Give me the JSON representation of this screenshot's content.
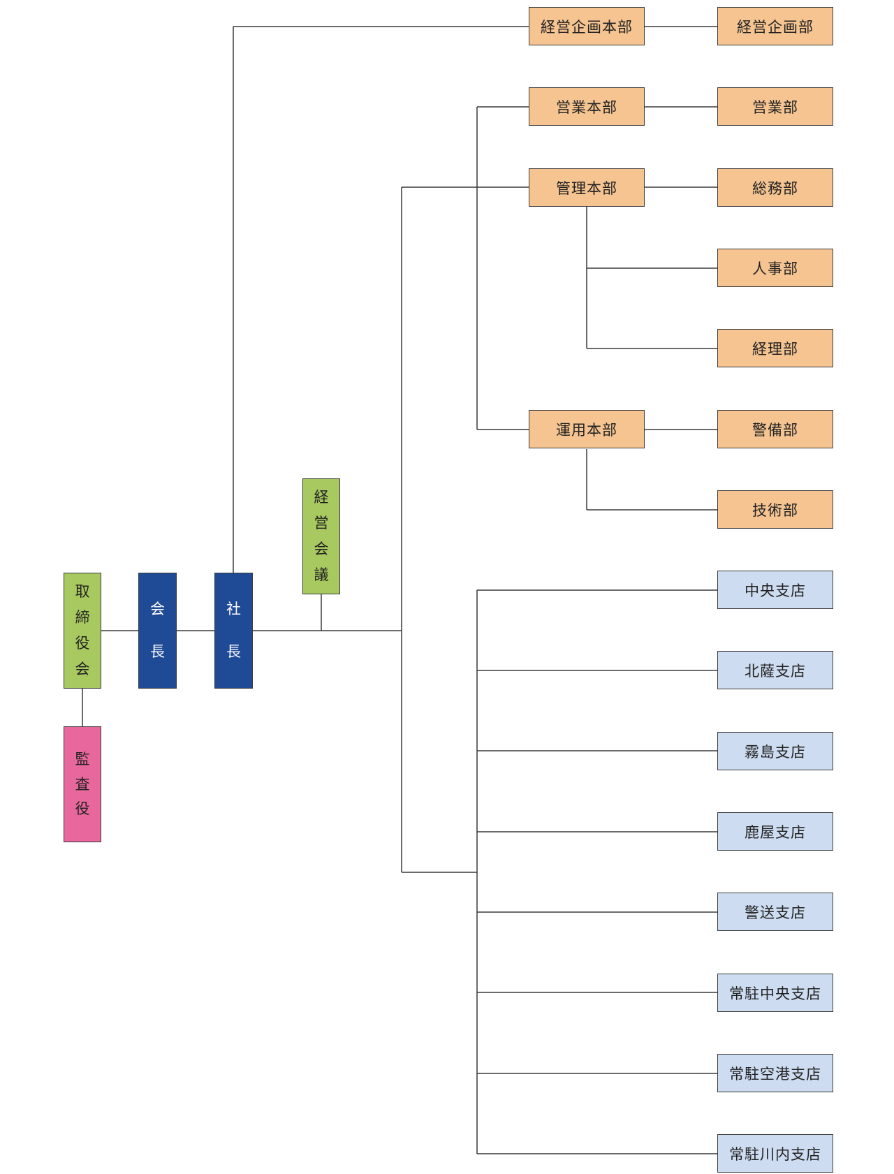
{
  "board": {
    "label": "取締役会"
  },
  "auditor": {
    "label": "監査役"
  },
  "chairman": {
    "label": "会長"
  },
  "president": {
    "label": "社長"
  },
  "management_meeting": {
    "label": "経営会議"
  },
  "hq": [
    {
      "label": "経営企画本部",
      "departments": [
        "経営企画部"
      ]
    },
    {
      "label": "営業本部",
      "departments": [
        "営業部"
      ]
    },
    {
      "label": "管理本部",
      "departments": [
        "総務部",
        "人事部",
        "経理部"
      ]
    },
    {
      "label": "運用本部",
      "departments": [
        "警備部",
        "技術部"
      ]
    }
  ],
  "branches": [
    "中央支店",
    "北薩支店",
    "霧島支店",
    "鹿屋支店",
    "警送支店",
    "常駐中央支店",
    "常駐空港支店",
    "常駐川内支店"
  ],
  "colors": {
    "hq": "#f5c491",
    "branch": "#cddcf0",
    "board": "#a8c95f",
    "executive": "#1f4a96",
    "auditor": "#e8679c",
    "line": "#3a3a3a"
  }
}
